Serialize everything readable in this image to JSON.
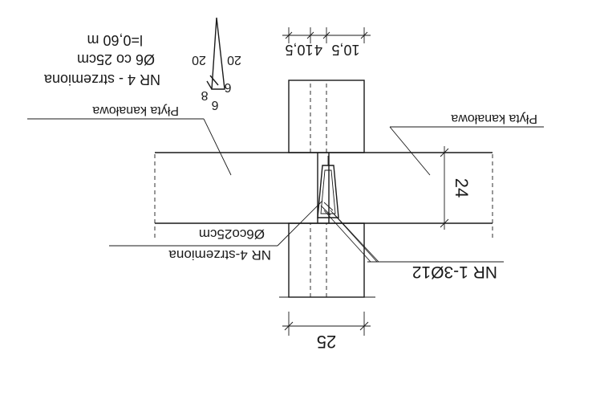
{
  "labels": {
    "rebar_main": "NR 1-3Ø12",
    "stirrups_left": "NR 4-strzemiona",
    "stirrups_left_spacing": "Ø6co25cm",
    "slab_right": "Płyta kanałowa",
    "slab_left": "Płyta kanałowa",
    "stirrup_title": "NR 4 - strzemiona",
    "stirrup_spacing": "Ø6 co 25cm",
    "stirrup_length": "l=0,60 m"
  },
  "dimensions": {
    "wall_width": "25",
    "slab_height": "24",
    "top_chain": [
      "10,5",
      "4",
      "10,5"
    ],
    "stirrup_dims": [
      "20",
      "20",
      "6",
      "6",
      "8"
    ]
  },
  "colors": {
    "ink": "#1a1a1a",
    "paper": "#ffffff"
  }
}
